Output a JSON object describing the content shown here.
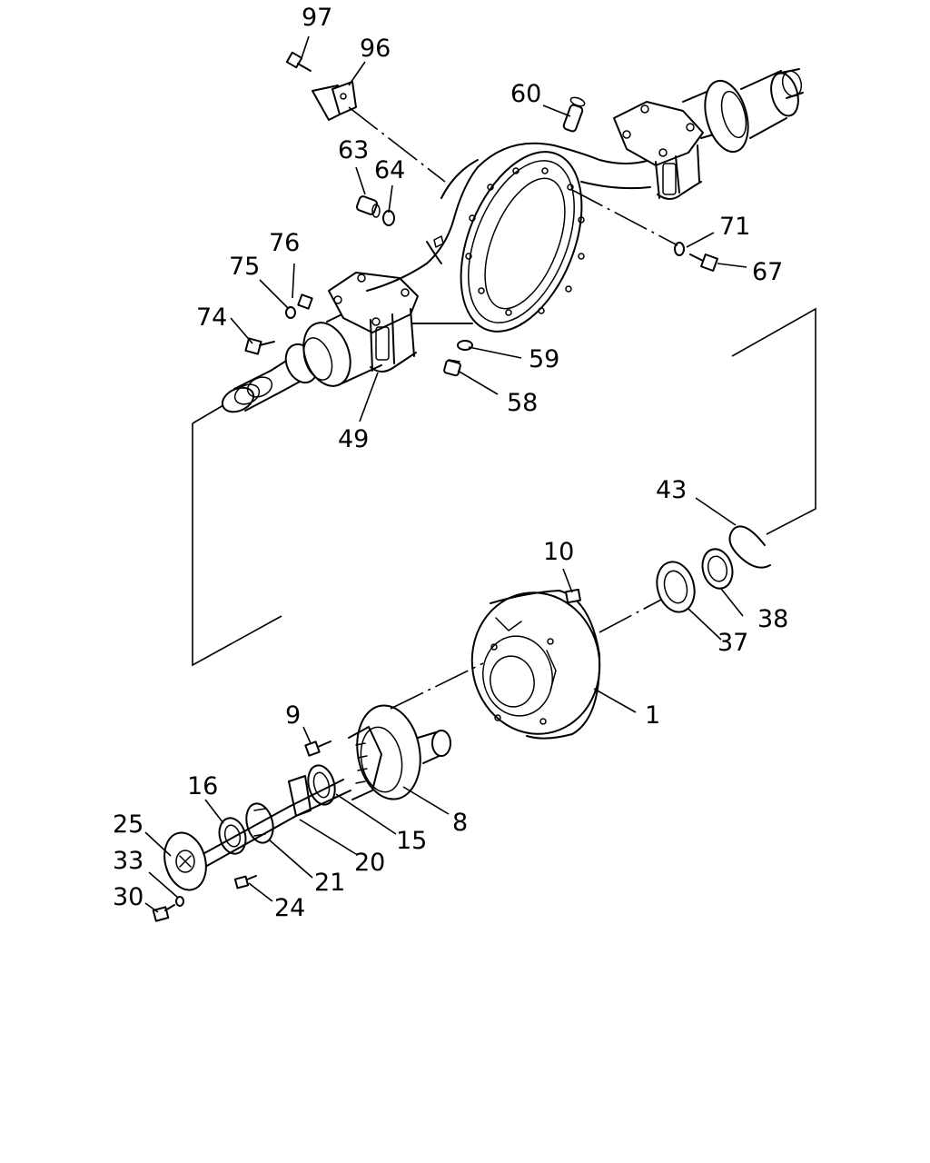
{
  "callouts": {
    "c1": "1",
    "c8": "8",
    "c9": "9",
    "c10": "10",
    "c15": "15",
    "c16": "16",
    "c20": "20",
    "c21": "21",
    "c24": "24",
    "c25": "25",
    "c30": "30",
    "c33": "33",
    "c37": "37",
    "c38": "38",
    "c43": "43",
    "c49": "49",
    "c58": "58",
    "c59": "59",
    "c60": "60",
    "c63": "63",
    "c64": "64",
    "c67": "67",
    "c71": "71",
    "c74": "74",
    "c75": "75",
    "c76": "76",
    "c96": "96",
    "c97": "97"
  }
}
